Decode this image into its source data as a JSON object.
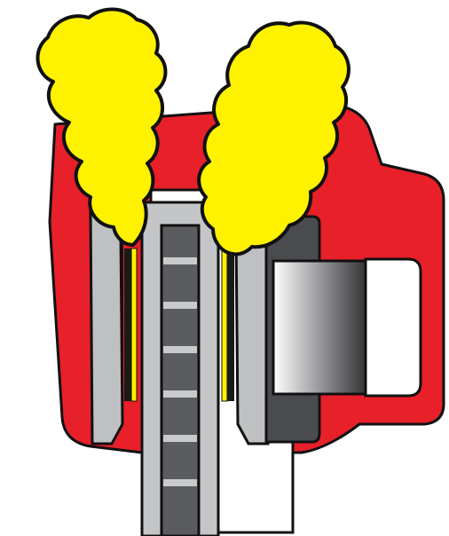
{
  "diagram": {
    "colors": {
      "background": "#ffffff",
      "caliper": "#e8202a",
      "outline": "#111111",
      "pad": "#bfc0c2",
      "backing_plate": "#1a1a1a",
      "rotor_face": "#c4c5c7",
      "rotor_core": "#5b5c5f",
      "rotor_vane": "#c9cacc",
      "piston_dark": "#4a4b4e",
      "smoke": "#fff200",
      "heat_line": "#fff200"
    },
    "parts": [
      "brake-caliper",
      "brake-pad-left",
      "brake-pad-right",
      "brake-rotor",
      "caliper-piston",
      "smoke-plume-left",
      "smoke-plume-right"
    ]
  }
}
